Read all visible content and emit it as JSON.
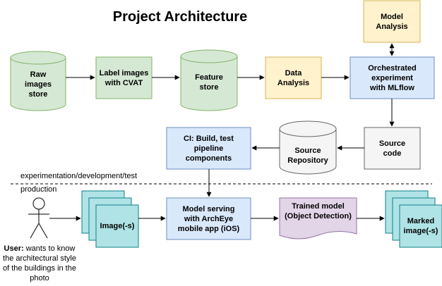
{
  "title": "Project Architecture",
  "nodes": {
    "raw_images": "Raw\nimages\nstore",
    "label_images": "Label images\nwith CVAT",
    "feature_store": "Feature\nstore",
    "data_analysis": "Data\nAnalysis",
    "model_analysis": "Model\nAnalysis",
    "orchestrated": "Orchestrated\nexperiment\nwith MLflow",
    "source_code": "Source\ncode",
    "source_repo": "Source\nRepository",
    "ci": "CI: Build, test\npipeline\ncomponents",
    "images": "Image(-s)",
    "model_serving": "Model serving\nwith ArchEye\nmobile app (iOS)",
    "trained_model": "Trained model\n(Object Detection)",
    "marked_images": "Marked\nimage(-s)"
  },
  "separator": {
    "top_label": "experimentation/development/test",
    "bottom_label": "production"
  },
  "user": {
    "bold": "User:",
    "text": " wants to know the architectural style of the buildings in the photo"
  },
  "colors": {
    "green_fill": "#d5e8d4",
    "green_stroke": "#82b366",
    "yellow_fill": "#fff2cc",
    "yellow_stroke": "#d6b656",
    "blue_fill": "#dae8fc",
    "blue_stroke": "#6c8ebf",
    "gray_fill": "#f5f5f5",
    "gray_stroke": "#666666",
    "teal_fill": "#b0e3e6",
    "teal_stroke": "#0e8088",
    "purple_fill": "#e1d5e7",
    "purple_stroke": "#9673a6"
  }
}
